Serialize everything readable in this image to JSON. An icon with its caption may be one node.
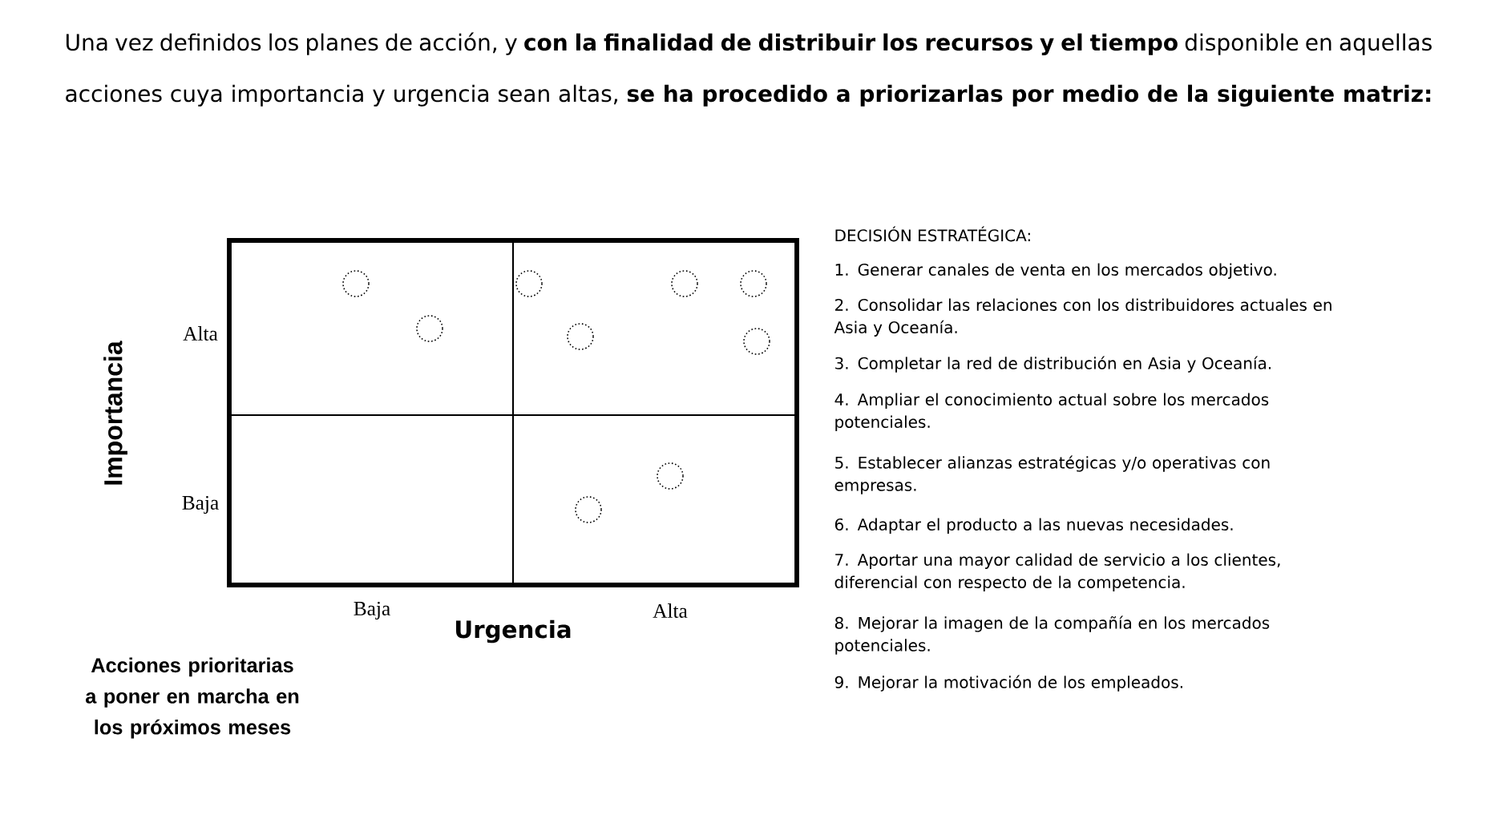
{
  "diagram": {
    "title": "Una vez definidos los planes de acción, y **con la finalidad de distribuir los recursos y el tiempo** disponible en aquellas acciones cuya importancia y urgencia sean altas, **se ha procedido a priorizarlas por medio de la siguiente matriz:**",
    "labels": [
      "Importancia",
      "Alta",
      "Baja",
      "Baja",
      "Urgencia",
      "Alta",
      "Acciones prioritarias a poner en marcha en los próximos meses",
      "DECISIÓN ESTRATÉGICA:",
      "1. Generar canales de venta en los mercados objetivo.",
      "2. Consolidar las relaciones con los distribuidores actuales en Asia y Oceanía.",
      "3. Completar la red de distribución en Asia y Oceanía.",
      "4. Ampliar el conocimiento actual sobre los mercados potenciales.",
      "5. Establecer alianzas estratégicas y/o operativas con empresas.",
      "6. Adaptar el producto a las nuevas necesidades.",
      "7. Aportar una mayor calidad de servicio a los clientes, diferencial con respecto de la competencia.",
      "8. Mejorar la imagen de la compañía en los mercados potenciales.",
      "9. Mejorar la motivación de los empleados."
    ]
  }
}
